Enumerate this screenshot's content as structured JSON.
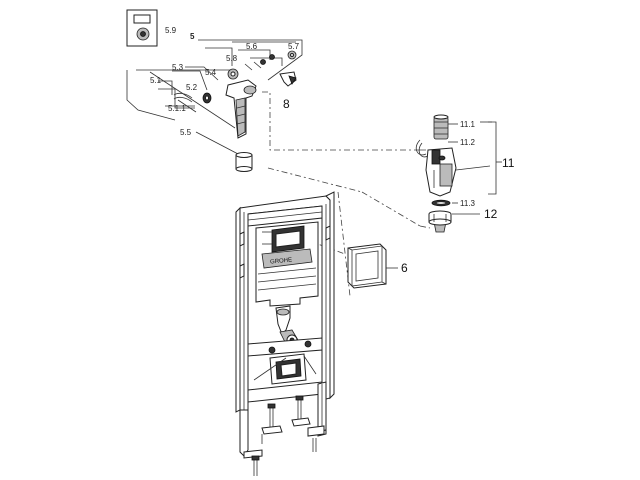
{
  "labels": {
    "l59": "5.9",
    "l5": "5",
    "l56": "5.6",
    "l57": "5.7",
    "l58": "5.8",
    "l53": "5.3",
    "l54": "5.4",
    "l51": "5.1",
    "l52": "5.2",
    "l511": "5.1.1",
    "l8": "8",
    "l55": "5.5",
    "l111": "11.1",
    "l112": "11.2",
    "l11": "11",
    "l113": "11.3",
    "l12": "12",
    "l6": "6"
  },
  "logo_text": "GROHE",
  "colors": {
    "line": "#333333",
    "dark": "#333333",
    "paper": "#ffffff"
  }
}
